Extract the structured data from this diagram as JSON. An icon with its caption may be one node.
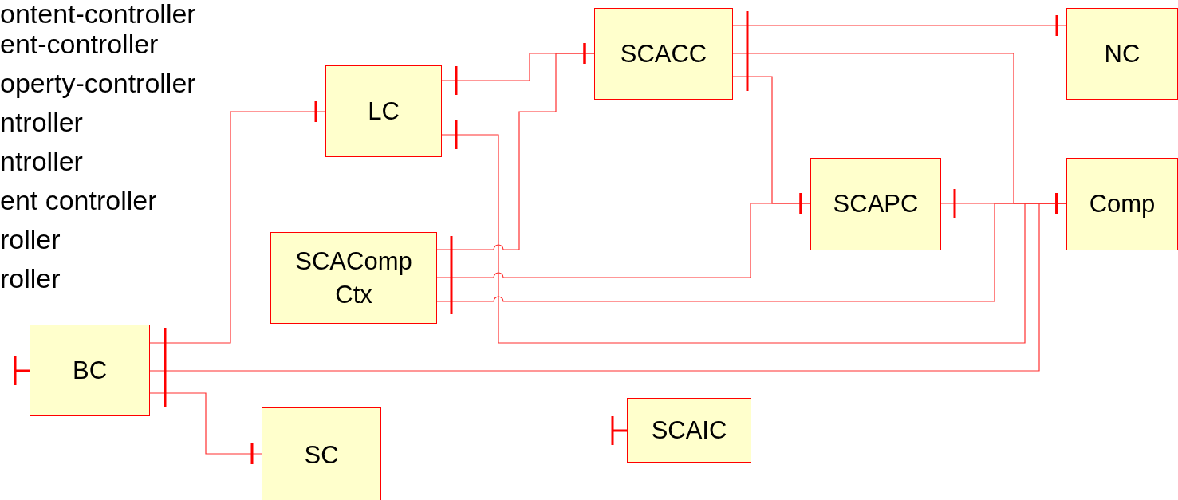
{
  "diagram": {
    "nodes": [
      {
        "text": [
          "LC"
        ]
      },
      {
        "text": [
          "SCACC"
        ]
      },
      {
        "text": [
          "NC"
        ]
      },
      {
        "text": [
          "SCAComp Ctx"
        ]
      },
      {
        "text": [
          "SCAPC"
        ]
      },
      {
        "text": [
          "Comp"
        ]
      },
      {
        "text": [
          "BC"
        ]
      },
      {
        "text": [
          "SC"
        ]
      },
      {
        "text": [
          "SCAIC"
        ]
      }
    ],
    "edges": [
      {
        "from": 0,
        "to": 1,
        "arrow": "other"
      },
      {
        "from": 3,
        "to": 1,
        "arrow": "other"
      },
      {
        "from": 0,
        "to": 5,
        "arrow": "other"
      },
      {
        "from": 1,
        "to": 2,
        "arrow": "other"
      },
      {
        "from": 1,
        "to": 5,
        "arrow": "other"
      },
      {
        "from": 1,
        "to": 4,
        "arrow": "other"
      },
      {
        "from": 3,
        "to": 4,
        "arrow": "other"
      },
      {
        "from": 3,
        "to": 5,
        "arrow": "other"
      },
      {
        "from": 4,
        "to": 5,
        "arrow": "other"
      },
      {
        "from": 6,
        "to": 0,
        "arrow": "other"
      },
      {
        "from": 6,
        "to": 5,
        "arrow": "other"
      },
      {
        "from": 6,
        "to": 7,
        "arrow": "other"
      }
    ],
    "labels": [
      "ontent-controller",
      "ent-controller",
      "operty-controller",
      "ntroller",
      "ntroller",
      "ent controller",
      "roller",
      "roller"
    ]
  }
}
